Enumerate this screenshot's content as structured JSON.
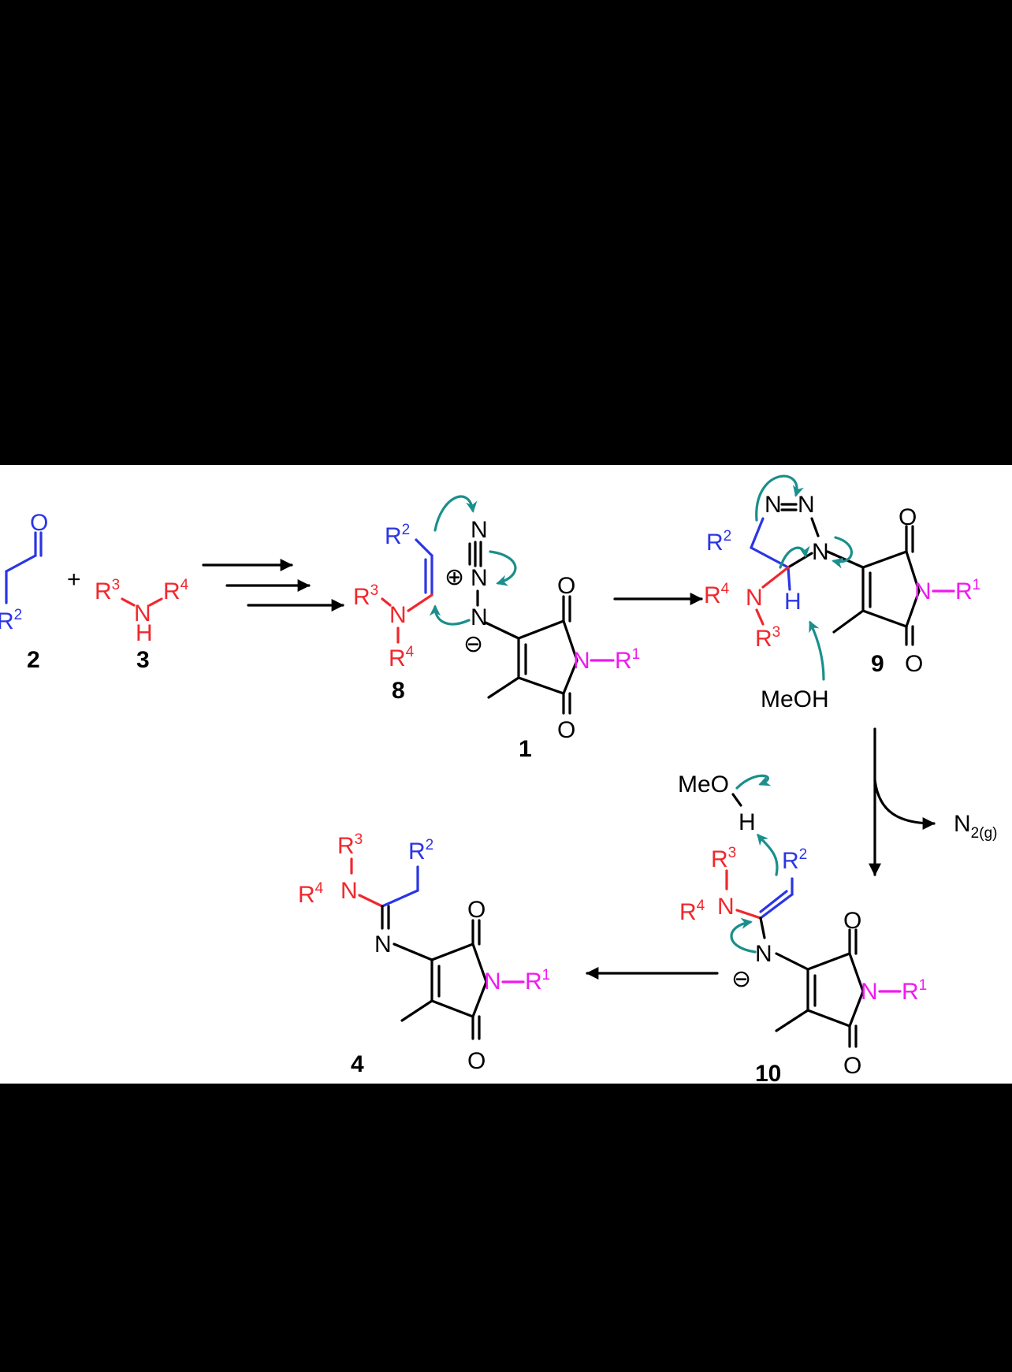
{
  "labels": {
    "O": "O",
    "N": "N",
    "H": "H",
    "R1": "R",
    "R2": "R",
    "R3": "R",
    "R4": "R",
    "sup1": "1",
    "sup2": "2",
    "sup3": "3",
    "sup4": "4",
    "plus": "+",
    "charge_plus": "⊕",
    "charge_minus": "⊖",
    "meoh": "MeOH",
    "meo": "MeO",
    "n2": "N",
    "n2_sub": "2(g)"
  },
  "compounds": {
    "c2": "2",
    "c3": "3",
    "c8": "8",
    "c1": "1",
    "c9": "9",
    "c10": "10",
    "c4": "4"
  },
  "colors": {
    "black": "#000000",
    "blue": "#2b35e6",
    "red": "#f0282d",
    "magenta": "#f019f0",
    "teal": "#1a8f8c"
  }
}
